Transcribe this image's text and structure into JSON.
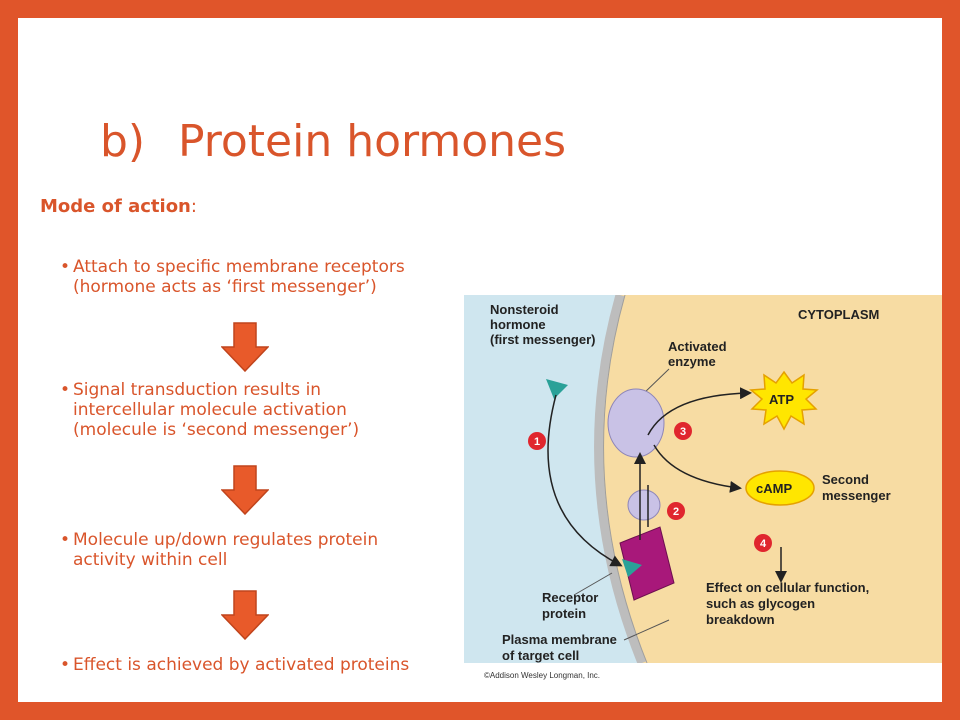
{
  "slide": {
    "title_number": "b)",
    "title_text": "Protein hormones",
    "subheading": "Mode of action",
    "subheading_colon": ":",
    "bullets": [
      "Attach to specific membrane receptors\n(hormone acts as ‘first messenger’)",
      "Signal transduction results in\nintercellular molecule activation\n(molecule is ‘second messenger’)",
      "Molecule up/down regulates protein\nactivity within cell",
      "Effect is achieved by activated proteins"
    ],
    "bullet_glyph": "•",
    "arrow_color": "#e85a2a"
  },
  "figure": {
    "labels": {
      "cytoplasm": "CYTOPLASM",
      "hormone_line1": "Nonsteroid",
      "hormone_line2": "hormone",
      "hormone_line3": "(first messenger)",
      "enzyme_line1": "Activated",
      "enzyme_line2": "enzyme",
      "atp": "ATP",
      "camp": "cAMP",
      "second_line1": "Second",
      "second_line2": "messenger",
      "effect_line1": "Effect on cellular function,",
      "effect_line2": "such as glycogen",
      "effect_line3": "breakdown",
      "receptor_line1": "Receptor",
      "receptor_line2": "protein",
      "membrane_line1": "Plasma membrane",
      "membrane_line2": "of target cell",
      "copyright": "©Addison Wesley Longman, Inc."
    },
    "steps": [
      "1",
      "2",
      "3",
      "4"
    ],
    "colors": {
      "extracellular": "#cfe6ef",
      "cytoplasm": "#f7dca3",
      "membrane": "#bdbdbd",
      "enzyme": "#c9c2e6",
      "receptor": "#a8187a",
      "hormone": "#2aa198",
      "step_badge": "#e0262e",
      "atp": "#ffe600",
      "camp": "#ffe600"
    }
  }
}
